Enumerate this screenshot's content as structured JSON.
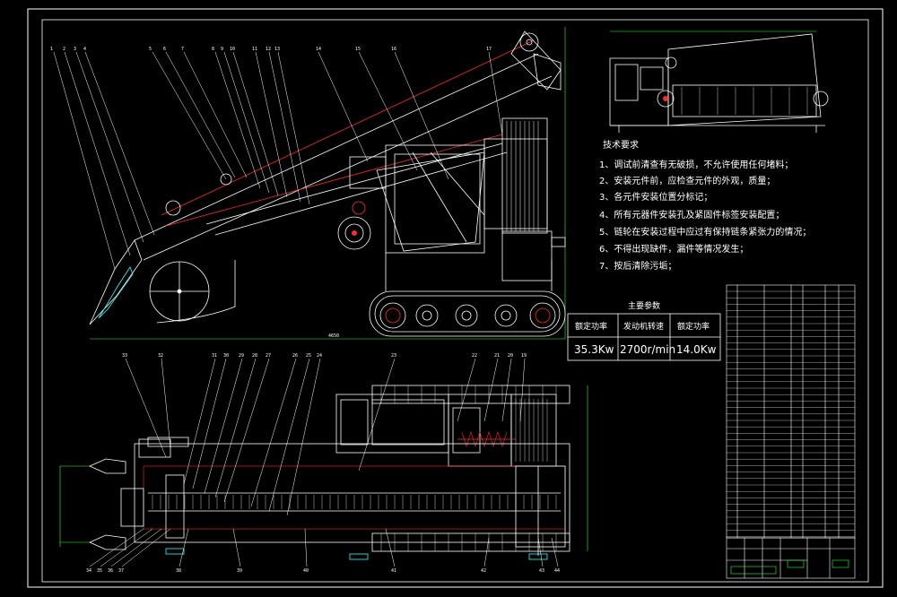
{
  "tech_requirements": {
    "title": "技术要求",
    "items": [
      "1、调试前清查有无破损，不允许使用任何堵料；",
      "2、安装元件前，应检查元件的外观，质量；",
      "3、各元件安装位置分标记；",
      "4、所有元器件安装孔及紧固件标签安装配置；",
      "5、链轮在安装过程中应过有保持链条紧张力的情况；",
      "6、不得出现缺件，漏件等情况发生；",
      "7、按后清除污垢；"
    ]
  },
  "main_params": {
    "title": "主要参数",
    "headers": [
      "额定功率",
      "发动机转速",
      "额定功率"
    ],
    "values": [
      "35.3Kw",
      "2700r/min",
      "14.0Kw"
    ]
  },
  "colors": {
    "line": "#ffffff",
    "accent_red": "#ff2a2a",
    "accent_green": "#33ff33",
    "accent_cyan": "#33ffff",
    "accent_yellow": "#ffff33",
    "background": "#000000"
  }
}
